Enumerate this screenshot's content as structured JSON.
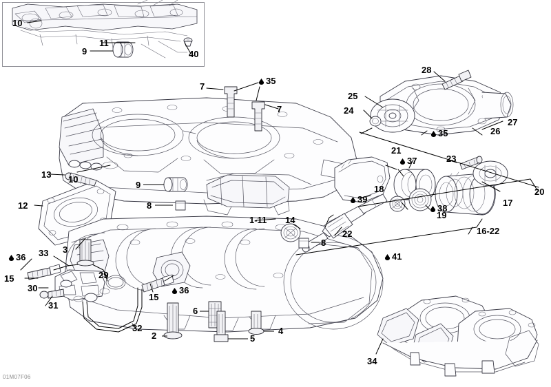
{
  "diagram": {
    "title": "Crankcase",
    "id_code": "01M07F06",
    "background": "#ffffff",
    "line_color": "#000000",
    "part_fill": "#fdfdfe"
  },
  "inset": {
    "name": "crankcase-mating-surface-detail",
    "labels": [
      {
        "id": "inset-10",
        "text": "10",
        "marker": false
      },
      {
        "id": "inset-11",
        "text": "11",
        "marker": false
      },
      {
        "id": "inset-9",
        "text": "9",
        "marker": false
      },
      {
        "id": "inset-40",
        "text": "40",
        "marker": false
      }
    ]
  },
  "callouts": [
    {
      "id": "c7a",
      "text": "7",
      "marker": false
    },
    {
      "id": "c35a",
      "text": "35",
      "marker": true
    },
    {
      "id": "c7b",
      "text": "7",
      "marker": false
    },
    {
      "id": "c10",
      "text": "10",
      "marker": false
    },
    {
      "id": "c13",
      "text": "13",
      "marker": false
    },
    {
      "id": "c12",
      "text": "12",
      "marker": false
    },
    {
      "id": "c9",
      "text": "9",
      "marker": false
    },
    {
      "id": "c8a",
      "text": "8",
      "marker": false
    },
    {
      "id": "c111",
      "text": "1-11",
      "marker": false
    },
    {
      "id": "c14",
      "text": "14",
      "marker": false
    },
    {
      "id": "c8b",
      "text": "8",
      "marker": false
    },
    {
      "id": "c22",
      "text": "22",
      "marker": false
    },
    {
      "id": "c39",
      "text": "39",
      "marker": true
    },
    {
      "id": "c41",
      "text": "41",
      "marker": true
    },
    {
      "id": "c28",
      "text": "28",
      "marker": false
    },
    {
      "id": "c25",
      "text": "25",
      "marker": false
    },
    {
      "id": "c24",
      "text": "24",
      "marker": false
    },
    {
      "id": "c27",
      "text": "27",
      "marker": false
    },
    {
      "id": "c26",
      "text": "26",
      "marker": false
    },
    {
      "id": "c35b",
      "text": "35",
      "marker": true
    },
    {
      "id": "c21",
      "text": "21",
      "marker": false
    },
    {
      "id": "c37",
      "text": "37",
      "marker": true
    },
    {
      "id": "c23",
      "text": "23",
      "marker": false
    },
    {
      "id": "c18",
      "text": "18",
      "marker": false
    },
    {
      "id": "c20",
      "text": "20",
      "marker": false
    },
    {
      "id": "c17",
      "text": "17",
      "marker": false
    },
    {
      "id": "c38",
      "text": "38",
      "marker": true
    },
    {
      "id": "c19",
      "text": "19",
      "marker": false
    },
    {
      "id": "c1622",
      "text": "16-22",
      "marker": false
    },
    {
      "id": "c36a",
      "text": "36",
      "marker": true
    },
    {
      "id": "c33",
      "text": "33",
      "marker": false
    },
    {
      "id": "c3",
      "text": "3",
      "marker": false
    },
    {
      "id": "c29",
      "text": "29",
      "marker": false
    },
    {
      "id": "c15a",
      "text": "15",
      "marker": false
    },
    {
      "id": "c30",
      "text": "30",
      "marker": false
    },
    {
      "id": "c31",
      "text": "31",
      "marker": false
    },
    {
      "id": "c15b",
      "text": "15",
      "marker": false
    },
    {
      "id": "c36b",
      "text": "36",
      "marker": true
    },
    {
      "id": "c32",
      "text": "32",
      "marker": false
    },
    {
      "id": "c2",
      "text": "2",
      "marker": false
    },
    {
      "id": "c6",
      "text": "6",
      "marker": false
    },
    {
      "id": "c5",
      "text": "5",
      "marker": false
    },
    {
      "id": "c4",
      "text": "4",
      "marker": false
    },
    {
      "id": "c34",
      "text": "34",
      "marker": false
    }
  ]
}
